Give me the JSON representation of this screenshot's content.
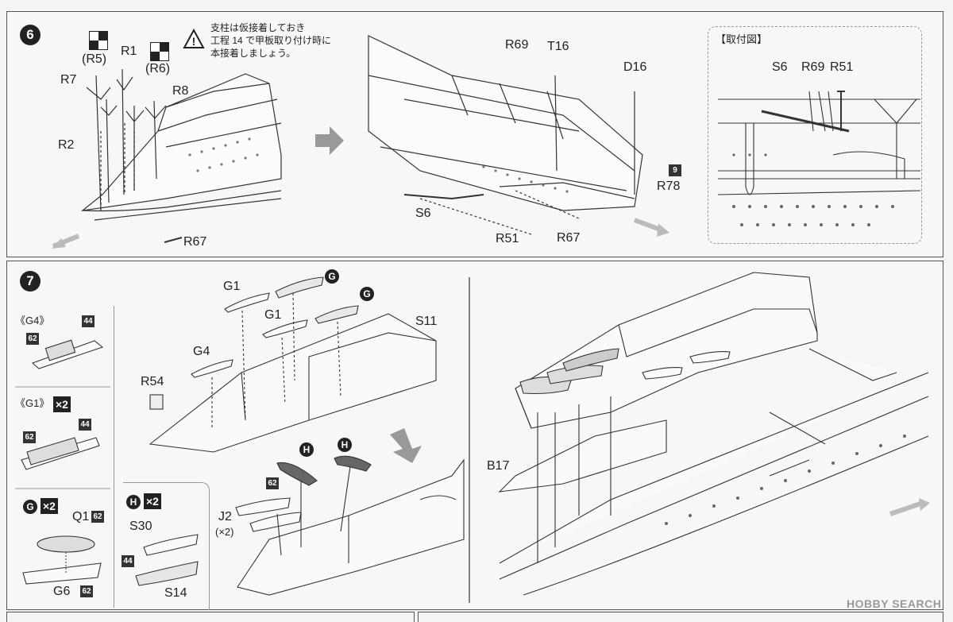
{
  "step6": {
    "number": "6",
    "note": "支柱は仮接着しておき\n工程 14 で甲板取り付け時に\n本接着しましょう。",
    "labels": {
      "r5": "(R5)",
      "r1": "R1",
      "r6": "(R6)",
      "r7": "R7",
      "r8": "R8",
      "r2": "R2",
      "r67a": "R67",
      "r69": "R69",
      "t16": "T16",
      "d16": "D16",
      "s6": "S6",
      "r51": "R51",
      "r67b": "R67",
      "r78": "R78",
      "badge9": "9"
    },
    "inset": {
      "title": "【取付図】",
      "s6": "S6",
      "r69": "R69",
      "r51": "R51"
    }
  },
  "step7": {
    "number": "7",
    "labels": {
      "g1a": "G1",
      "g1b": "G1",
      "gA": "G",
      "gB": "G",
      "s11": "S11",
      "g4": "G4",
      "r54": "R54",
      "hA": "H",
      "hB": "H",
      "b62": "62",
      "j2": "J2",
      "x2": "(×2)",
      "b17": "B17"
    },
    "side": {
      "g4title": "《G4》",
      "g4b44": "44",
      "g4b62": "62",
      "g1title": "《G1》",
      "g1x2": "×2",
      "g1b44": "44",
      "g1b62": "62",
      "gcirc": "G",
      "gx2": "×2",
      "q1": "Q1",
      "q1b": "62",
      "g6": "G6",
      "g6b": "62",
      "hcirc": "H",
      "hx2": "×2",
      "s30": "S30",
      "b44": "44",
      "s14": "S14"
    }
  },
  "watermark": "HOBBY SEARCH"
}
